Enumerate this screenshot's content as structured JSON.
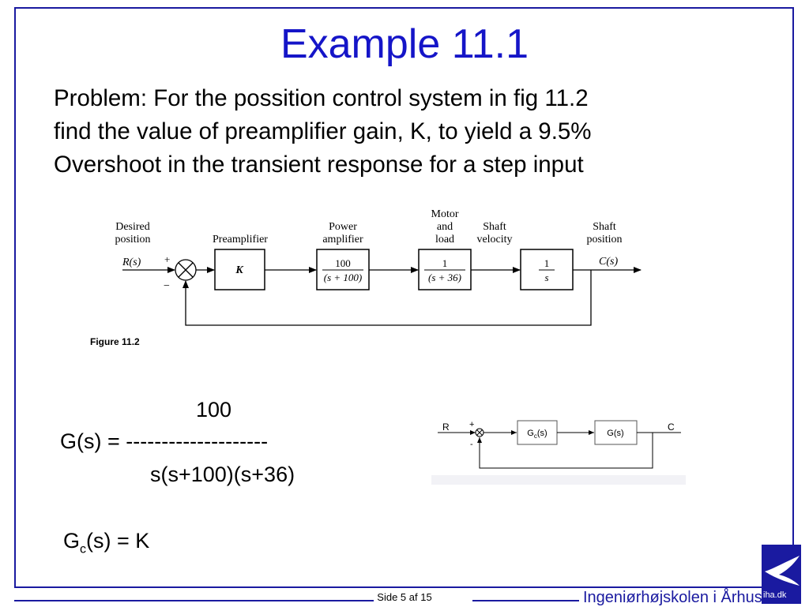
{
  "title": "Example 11.1",
  "problem_lines": [
    "Problem: For the possition control system in fig 11.2",
    "find the value of preamplifier gain, K, to yield a 9.5%",
    "Overshoot in the transient response for a step input"
  ],
  "figure": {
    "caption": "Figure 11.2",
    "labels": {
      "desired_1": "Desired",
      "desired_2": "position",
      "preamplifier": "Preamplifier",
      "power_1": "Power",
      "power_2": "amplifier",
      "motor_1": "Motor",
      "motor_2": "and",
      "motor_3": "load",
      "shaft_vel_1": "Shaft",
      "shaft_vel_2": "velocity",
      "shaft_pos_1": "Shaft",
      "shaft_pos_2": "position",
      "input": "R(s)",
      "output": "C(s)",
      "plus": "+",
      "minus": "−"
    },
    "blocks": {
      "preamp": "K",
      "power_num": "100",
      "power_den": "(s + 100)",
      "motor_num": "1",
      "motor_den": "(s + 36)",
      "integrator_num": "1",
      "integrator_den": "s"
    }
  },
  "plant_tf": {
    "numerator": "100",
    "lhs": "G(s) = ",
    "bar": "--------------------",
    "denominator": "s(s+100)(s+36)"
  },
  "controller_tf": {
    "G": "G",
    "sub": "c",
    "rest": "(s) = K"
  },
  "simple_diagram": {
    "input": "R",
    "output": "C",
    "plus": "+",
    "minus": "-",
    "controller_G": "G",
    "controller_sub": "c",
    "controller_rest": "(s)",
    "plant": "G(s)"
  },
  "footer": {
    "slide_number": "Side 5 af 15",
    "institution": "Ingeniørhøjskolen i Århus",
    "logo_text": "iha.dk"
  },
  "colors": {
    "title": "#1515c8",
    "frame": "#1a1aa0",
    "footer": "#1a1aa0"
  }
}
